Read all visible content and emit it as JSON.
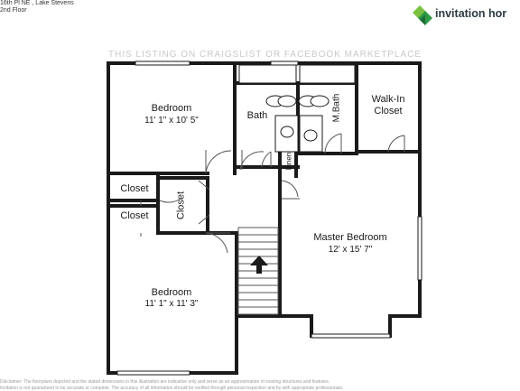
{
  "header": {
    "address": "16th Pl NE , Lake Stevens",
    "floor": "2nd Floor"
  },
  "logo": {
    "text": "invitation hor",
    "colors": [
      "#7cc142",
      "#2e9b47",
      "#1d6b3a"
    ],
    "icon": "green-diamond-logo-icon"
  },
  "watermark": "THIS LISTING ON CRAIGSLIST OR FACEBOOK MARKETPLACE",
  "rooms": {
    "bedroom1": {
      "name": "Bedroom",
      "dims": "11' 1\" x 10' 5\""
    },
    "bath": {
      "name": "Bath"
    },
    "mbath": {
      "name": "M.Bath"
    },
    "walkin": {
      "name": "Walk-In\nCloset"
    },
    "linen": {
      "name": "Linen"
    },
    "closet1": {
      "name": "Closet"
    },
    "closet2": {
      "name": "Closet"
    },
    "closet_hall": {
      "name": "Closet"
    },
    "master": {
      "name": "Master Bedroom",
      "dims": "12' x 15' 7\""
    },
    "bedroom2": {
      "name": "Bedroom",
      "dims": "11' 1\" x 11' 3\""
    }
  },
  "icons": {
    "stairs_arrow": "up-arrow-icon"
  },
  "disclaimer": {
    "line1": "Disclaimer: The floorplans depicted and the stated dimensions in this illustration are indicative only and serve as an approximation of existing structures and features.",
    "line2": "Invitation is not guaranteed to be accurate or complete. The accuracy of all information should be verified through personal inspection and by with appropriate professionals."
  },
  "colors": {
    "wall": "#1a1a1a",
    "door": "#555555"
  }
}
